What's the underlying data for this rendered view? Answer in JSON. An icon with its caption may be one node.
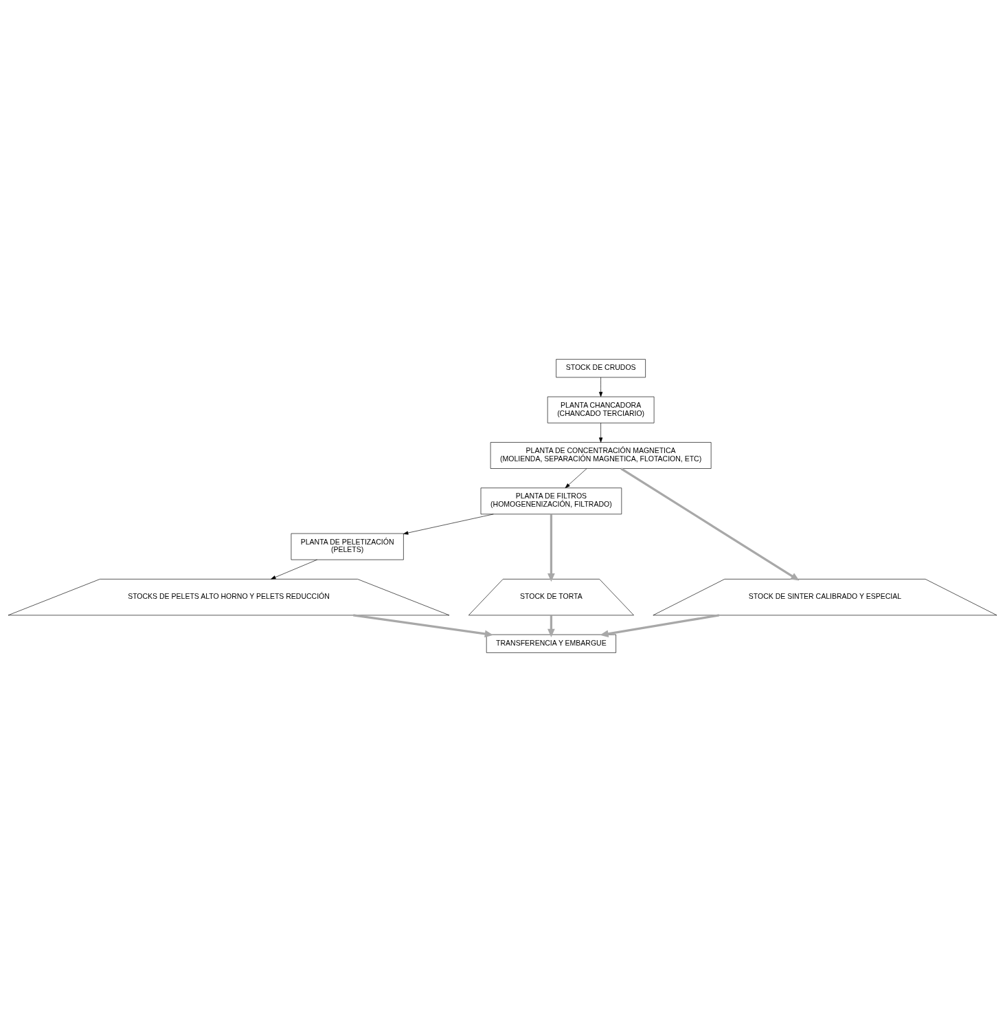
{
  "diagram": {
    "nodes": [
      {
        "text": [
          "STOCK DE CRUDOS"
        ]
      },
      {
        "text": [
          "PLANTA CHANCADORA",
          "(CHANCADO TERCIARIO)"
        ]
      },
      {
        "text": [
          "PLANTA DE CONCENTRACIÓN MAGNETICA",
          "(MOLIENDA, SEPARACIÓN MAGNETICA, FLOTACION, ETC)"
        ]
      },
      {
        "text": [
          "PLANTA DE FILTROS",
          "(HOMOGENENIZACIÓN, FILTRADO)"
        ]
      },
      {
        "text": [
          "PLANTA DE PELETIZACIÓN",
          "(PELETS)"
        ]
      },
      {
        "text": [
          "STOCKS DE PELETS ALTO HORNO Y PELETS REDUCCIÓN"
        ]
      },
      {
        "text": [
          "STOCK DE TORTA"
        ]
      },
      {
        "text": [
          "STOCK DE SINTER CALIBRADO Y ESPECIAL"
        ]
      },
      {
        "text": [
          "TRANSFERENCIA Y EMBARGUE"
        ]
      }
    ],
    "edges": [
      {
        "from": 0,
        "to": 1,
        "arrow": "to"
      },
      {
        "from": 1,
        "to": 2,
        "arrow": "to"
      },
      {
        "from": 2,
        "to": 3,
        "arrow": "to"
      },
      {
        "from": 3,
        "to": 4,
        "arrow": "to"
      },
      {
        "from": 4,
        "to": 5,
        "arrow": "to"
      },
      {
        "from": 2,
        "to": 7,
        "arrow": "to",
        "style": "thick",
        "color": "#a8a8a8"
      },
      {
        "from": 3,
        "to": 6,
        "arrow": "to",
        "style": "thick",
        "color": "#a8a8a8"
      },
      {
        "from": 5,
        "to": 8,
        "arrow": "to",
        "style": "thick",
        "color": "#a8a8a8"
      },
      {
        "from": 6,
        "to": 8,
        "arrow": "to",
        "style": "thick",
        "color": "#a8a8a8"
      },
      {
        "from": 7,
        "to": 8,
        "arrow": "to",
        "style": "thick",
        "color": "#a8a8a8"
      }
    ]
  }
}
